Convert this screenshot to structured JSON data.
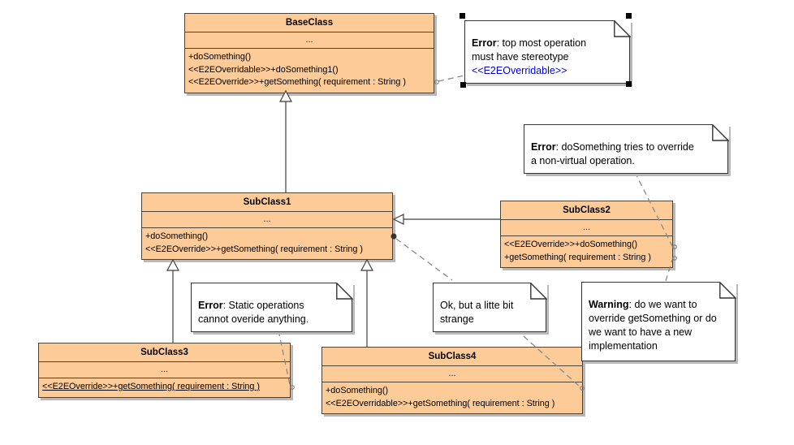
{
  "colors": {
    "class_fill": "#fdcb97",
    "class_border": "#4a4337",
    "note_fill": "#ffffff",
    "stereotype_blue": "#0000dd",
    "shadow": "#b9b9b9"
  },
  "classes": {
    "base": {
      "name": "BaseClass",
      "attrs": "...",
      "ops": [
        "+doSomething()",
        "<<E2EOverridable>>+doSomething1()",
        "<<E2EOverride>>+getSomething( requirement : String )"
      ]
    },
    "sub1": {
      "name": "SubClass1",
      "attrs": "...",
      "ops": [
        "+doSomething()",
        "<<E2EOverride>>+getSomething( requirement : String )"
      ]
    },
    "sub2": {
      "name": "SubClass2",
      "attrs": "...",
      "ops": [
        "<<E2EOverride>>+doSomething()",
        "+getSomething( requirement : String )"
      ]
    },
    "sub3": {
      "name": "SubClass3",
      "attrs": "...",
      "ops": [
        "<<E2EOverride>>+getSomething( requirement : String )"
      ]
    },
    "sub4": {
      "name": "SubClass4",
      "attrs": "...",
      "ops": [
        "+doSomething()",
        "<<E2EOverridable>>+getSomething( requirement : String )"
      ]
    }
  },
  "notes": {
    "top_error": {
      "bold": "Error",
      "line1_rest": ": top most operation",
      "line2": "must have stereotype",
      "line3_blue": "<<E2EOverridable>>"
    },
    "override_error": {
      "bold": "Error",
      "line1_rest": ": doSomething tries to override",
      "line2": "a non-virtual operation."
    },
    "static_error": {
      "bold": "Error",
      "line1_rest": ": Static operations",
      "line2": "cannot overide anything."
    },
    "ok_note": {
      "line1": "Ok, but a litte bit",
      "line2": "strange"
    },
    "warning": {
      "bold": "Warning",
      "line1_rest": ": do we want to",
      "line2": "override getSomething or do",
      "line3": "we want to have a new",
      "line4": "implementation"
    }
  }
}
